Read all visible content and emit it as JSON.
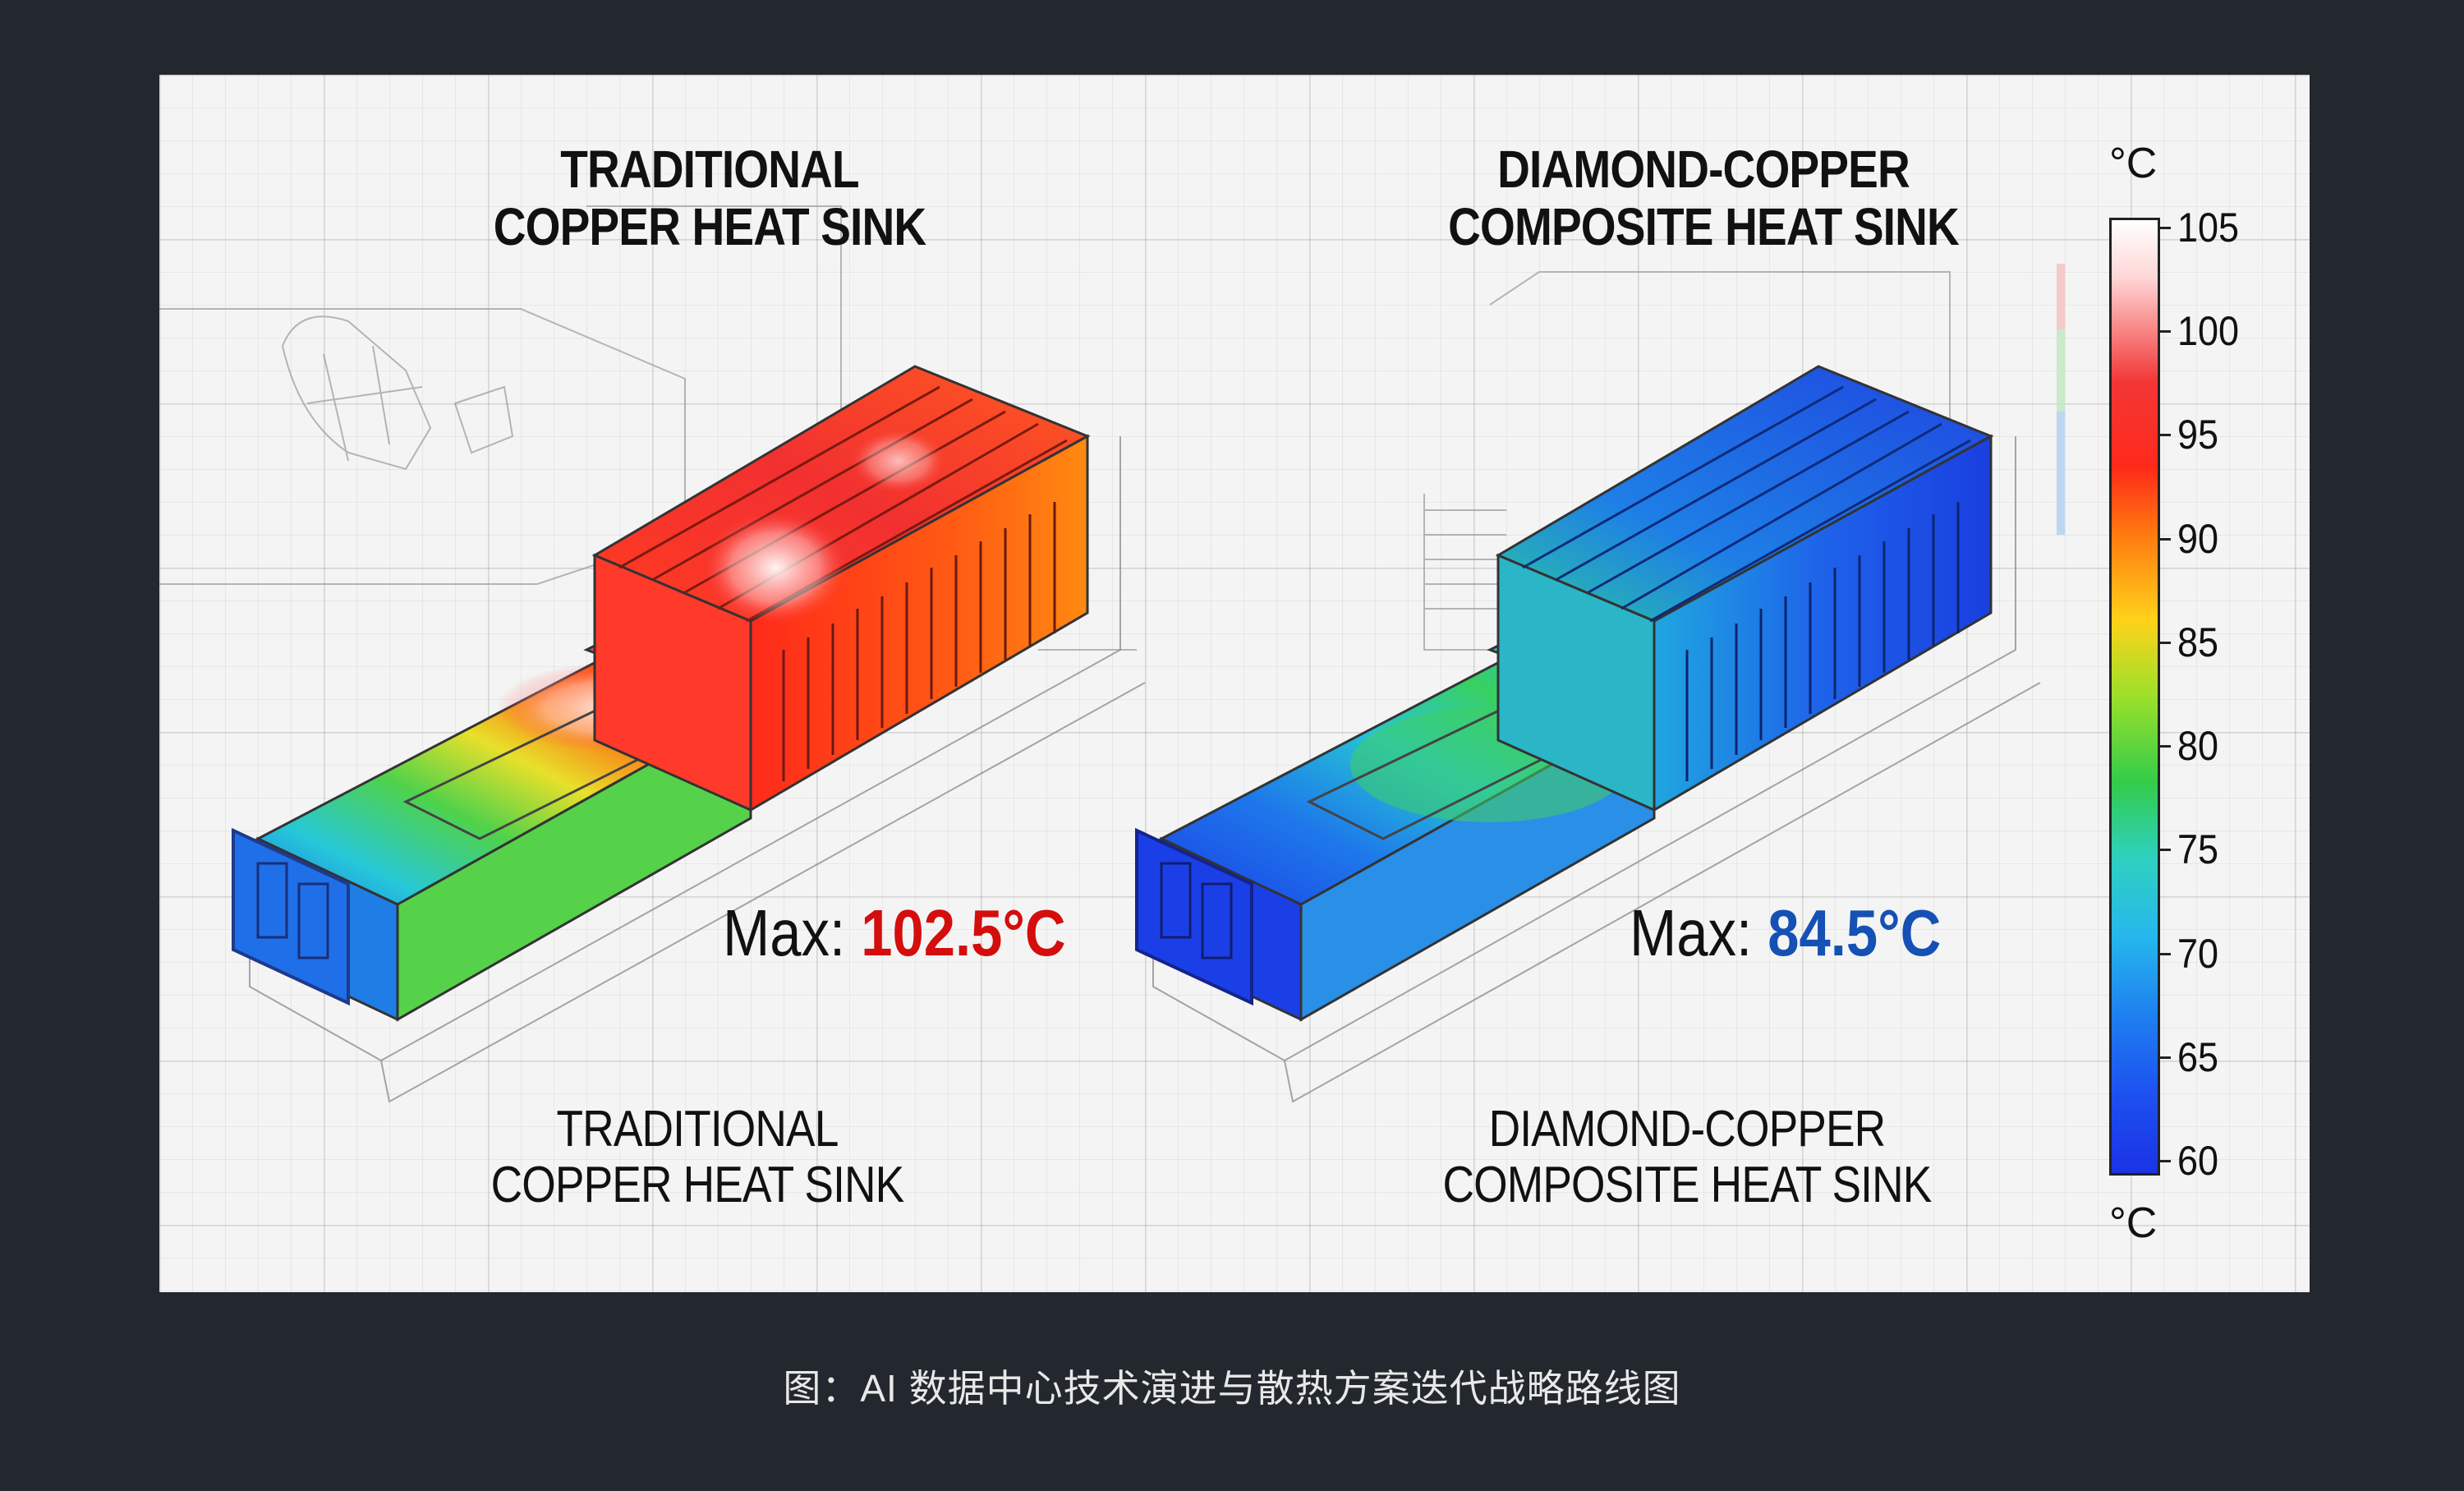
{
  "figure": {
    "left": {
      "title_lines": [
        "TRADITIONAL",
        "COPPER HEAT SINK"
      ],
      "max_label": "Max:",
      "max_value": "102.5°C",
      "max_color": "#d40d0d",
      "subtitle_lines": [
        "TRADITIONAL",
        "COPPER HEAT SINK"
      ]
    },
    "right": {
      "title_lines": [
        "DIAMOND-COPPER",
        "COMPOSITE HEAT SINK"
      ],
      "max_label": "Max:",
      "max_value": "84.5°C",
      "max_color": "#1550b4",
      "subtitle_lines": [
        "DIAMOND-COPPER",
        "COMPOSITE HEAT SINK"
      ]
    },
    "colorbar": {
      "unit_top": "°C",
      "unit_bottom": "°C",
      "ticks": [
        "105",
        "100",
        "95",
        "90",
        "85",
        "80",
        "75",
        "70",
        "65",
        "60"
      ]
    }
  },
  "caption": "图：AI 数据中心技术演进与散热方案迭代战略路线图"
}
